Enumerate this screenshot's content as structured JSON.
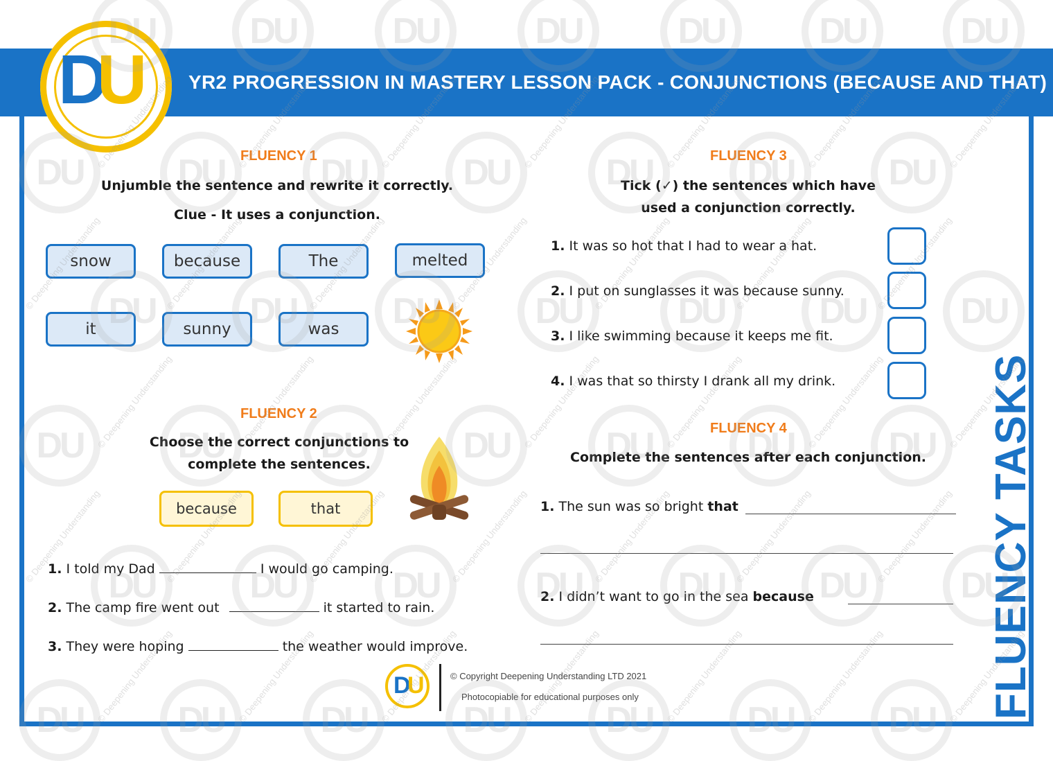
{
  "header": {
    "title": "YR2 PROGRESSION IN MASTERY LESSON PACK - CONJUNCTIONS (BECAUSE AND THAT)",
    "logo_d": "D",
    "logo_u": "U"
  },
  "colors": {
    "brand_blue": "#1a73c6",
    "brand_yellow": "#f5c000",
    "heading_orange": "#f07c1a"
  },
  "fluency1": {
    "title": "FLUENCY 1",
    "instruction": "Unjumble the sentence and rewrite it correctly.",
    "clue": "Clue - It uses a conjunction.",
    "words": [
      "snow",
      "because",
      "The",
      "melted",
      "it",
      "sunny",
      "was"
    ],
    "image": "sun-icon"
  },
  "fluency2": {
    "title": "FLUENCY 2",
    "instruction_line1": "Choose the correct conjunctions to",
    "instruction_line2": "complete the sentences.",
    "options": [
      "because",
      "that"
    ],
    "image": "campfire-icon",
    "sentences": [
      {
        "num": "1.",
        "before": "I told my Dad",
        "after": "I would go camping."
      },
      {
        "num": "2.",
        "before": "The camp fire went out",
        "after": "it started to rain."
      },
      {
        "num": "3.",
        "before": "They were hoping",
        "after": "the weather would improve."
      }
    ]
  },
  "fluency3": {
    "title": "FLUENCY 3",
    "instruction_line1": "Tick (✓) the sentences which have",
    "instruction_line2": "used a conjunction correctly.",
    "items": [
      {
        "num": "1.",
        "text": "It was so hot that I had to wear a hat."
      },
      {
        "num": "2.",
        "text": "I put on sunglasses it was because sunny."
      },
      {
        "num": "3.",
        "text": "I like swimming because it keeps me fit."
      },
      {
        "num": "4.",
        "text": "I was that so thirsty I drank all my drink."
      }
    ]
  },
  "fluency4": {
    "title": "FLUENCY 4",
    "instruction": "Complete the sentences after each conjunction.",
    "items": [
      {
        "num": "1.",
        "text": "The sun was so bright",
        "conj": "that"
      },
      {
        "num": "2.",
        "text": "I didn’t want to go in the sea",
        "conj": "because"
      }
    ]
  },
  "side_label": "FLUENCY TASKS",
  "footer": {
    "copyright": "© Copyright Deepening Understanding LTD 2021",
    "note": "Photocopiable for educational purposes only"
  },
  "watermark": {
    "mark": "DU",
    "text": "© Deepening Understanding"
  }
}
